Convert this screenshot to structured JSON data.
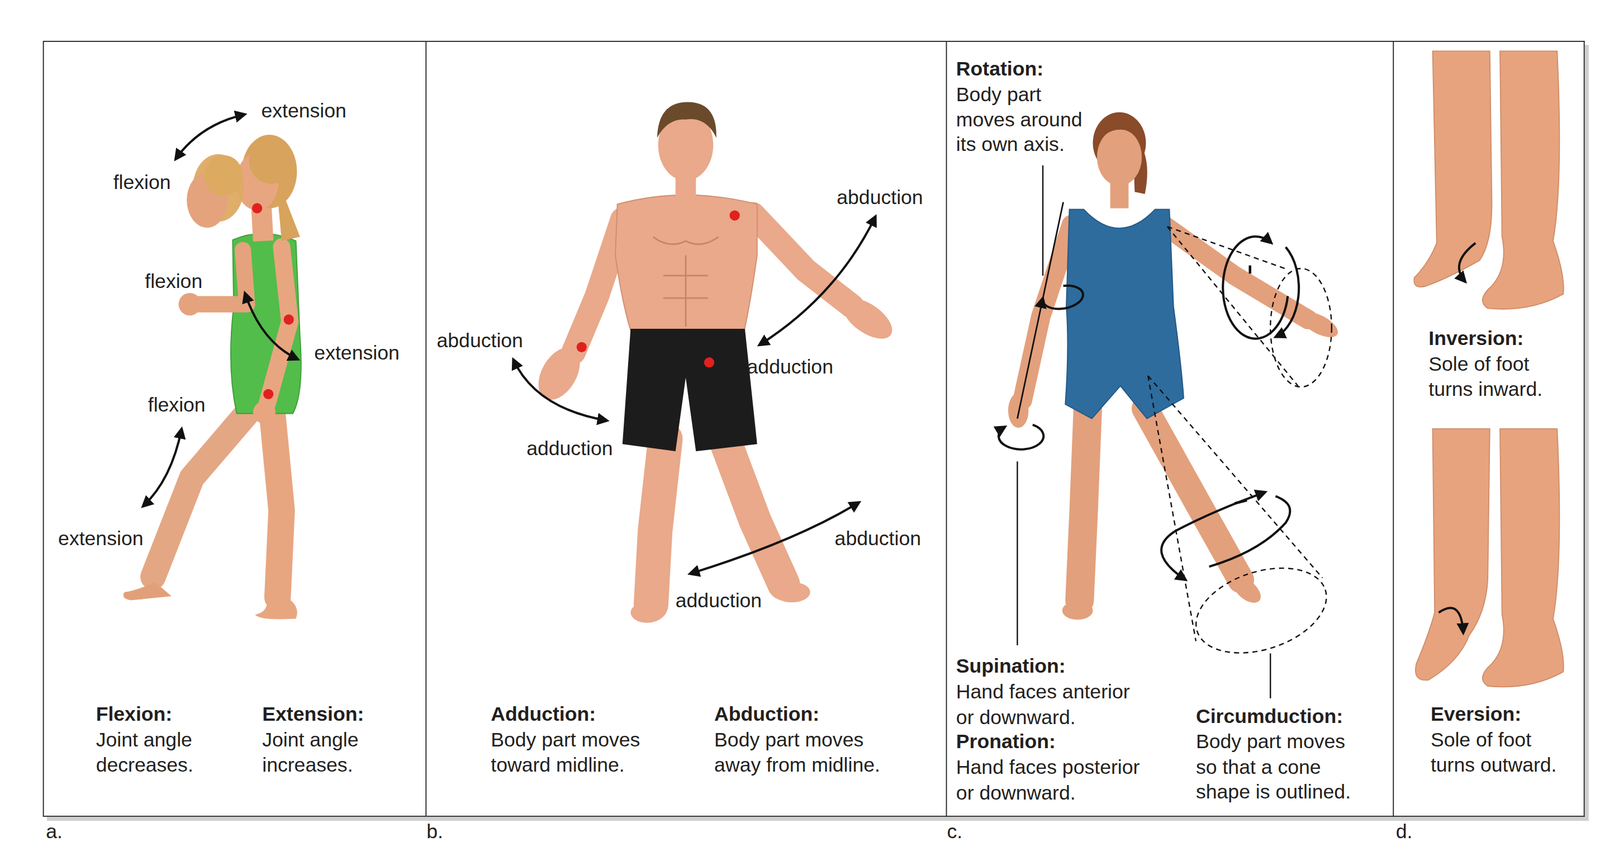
{
  "diagram": {
    "nodes": [
      {
        "text": [
          "extension",
          "flexion",
          "flexion",
          "extension",
          "flexion",
          "extension",
          "Flexion:",
          "Joint angle decreases.",
          "Extension:",
          "Joint angle increases."
        ]
      },
      {
        "text": [
          "abduction",
          "abduction",
          "adduction",
          "adduction",
          "abduction",
          "adduction",
          "Adduction:",
          "Body part moves toward midline.",
          "Abduction:",
          "Body part moves away from midline."
        ]
      },
      {
        "text": [
          "Rotation:",
          "Body part moves around its own axis.",
          "Supination:",
          "Hand faces anterior or downward.",
          "Pronation:",
          "Hand faces posterior or downward.",
          "Circumduction:",
          "Body part moves so that a cone shape is outlined."
        ]
      },
      {
        "text": [
          "Inversion:",
          "Sole of foot turns inward.",
          "Eversion:",
          "Sole of foot turns outward."
        ]
      }
    ],
    "labels": [
      "a.",
      "b.",
      "c.",
      "d."
    ]
  }
}
